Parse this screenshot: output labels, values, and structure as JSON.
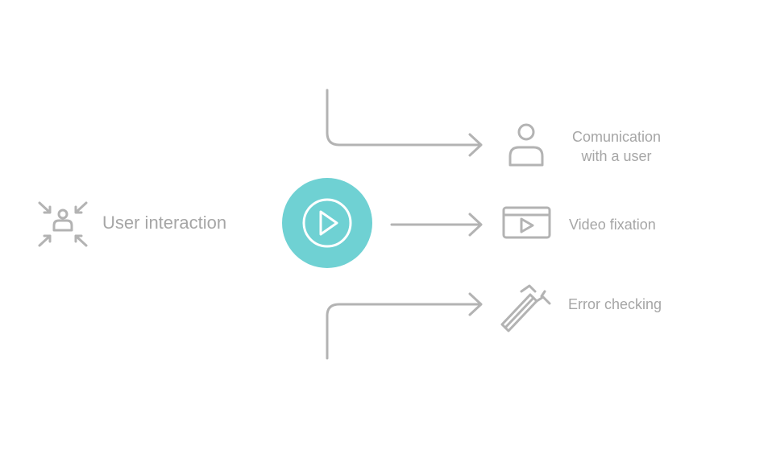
{
  "source": {
    "label": "User interaction",
    "icon": "collapse-user-icon"
  },
  "hub": {
    "icon": "play-icon",
    "color": "#6fd1d3"
  },
  "outputs": [
    {
      "line1": "Comunication",
      "line2": "with a user",
      "icon": "user-icon"
    },
    {
      "label": "Video fixation",
      "icon": "video-player-icon"
    },
    {
      "label": "Error checking",
      "icon": "wrench-icon"
    }
  ],
  "colors": {
    "line": "#b3b3b3",
    "text": "#a6a6a6",
    "accent": "#6fd1d3"
  }
}
